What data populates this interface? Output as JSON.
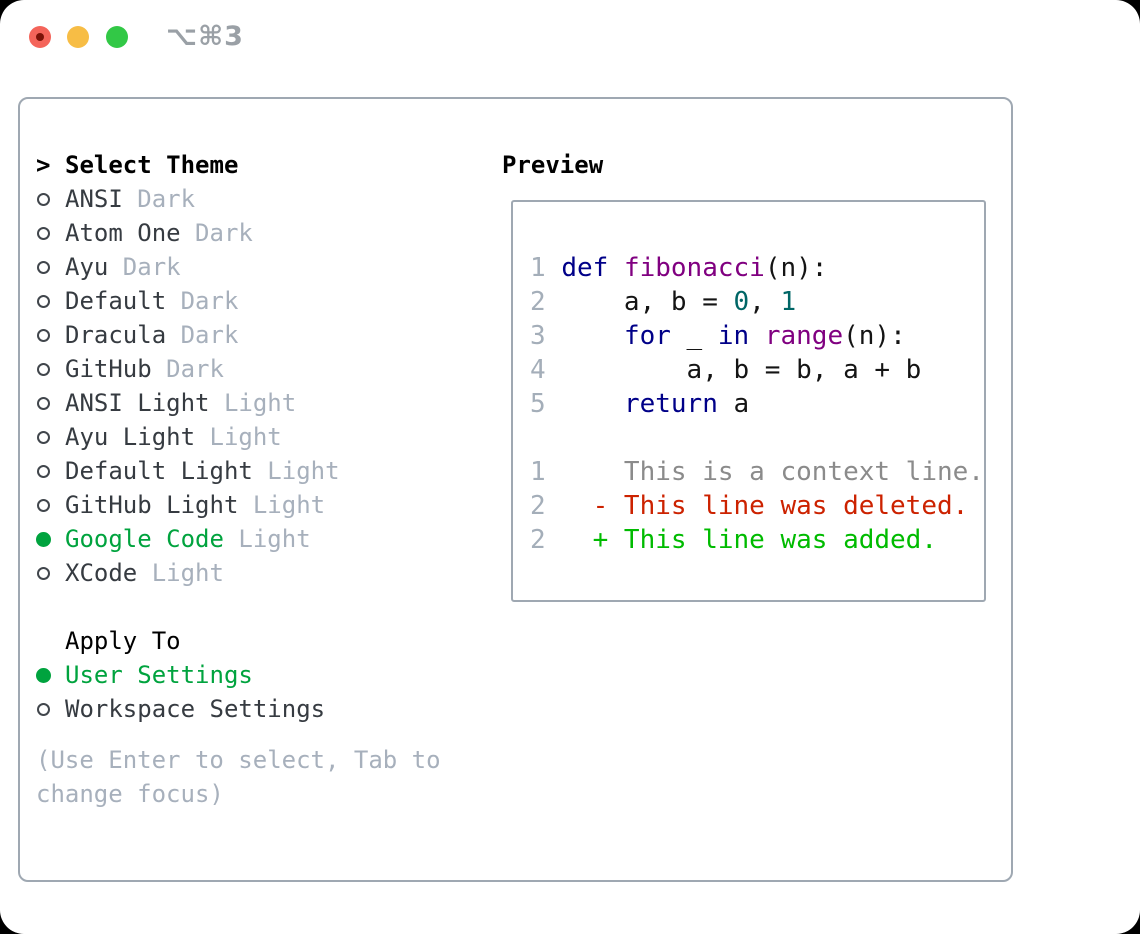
{
  "window": {
    "title": "⌥⌘3"
  },
  "theme_list": {
    "header": "Select Theme",
    "prompt": ">",
    "items": [
      {
        "name": "ANSI",
        "variant": "Dark",
        "selected": false
      },
      {
        "name": "Atom One",
        "variant": "Dark",
        "selected": false
      },
      {
        "name": "Ayu",
        "variant": "Dark",
        "selected": false
      },
      {
        "name": "Default",
        "variant": "Dark",
        "selected": false
      },
      {
        "name": "Dracula",
        "variant": "Dark",
        "selected": false
      },
      {
        "name": "GitHub",
        "variant": "Dark",
        "selected": false
      },
      {
        "name": "ANSI Light",
        "variant": "Light",
        "selected": false
      },
      {
        "name": "Ayu Light",
        "variant": "Light",
        "selected": false
      },
      {
        "name": "Default Light",
        "variant": "Light",
        "selected": false
      },
      {
        "name": "GitHub Light",
        "variant": "Light",
        "selected": false
      },
      {
        "name": "Google Code",
        "variant": "Light",
        "selected": true
      },
      {
        "name": "XCode",
        "variant": "Light",
        "selected": false
      }
    ]
  },
  "apply_to": {
    "header": "Apply To",
    "options": [
      {
        "label": "User Settings",
        "selected": true
      },
      {
        "label": "Workspace Settings",
        "selected": false
      }
    ]
  },
  "hint": "(Use Enter to select, Tab to change focus)",
  "preview": {
    "header": "Preview",
    "code_lines": [
      {
        "num": "1",
        "tokens": [
          {
            "text": "def",
            "style": "keyword"
          },
          {
            "text": " "
          },
          {
            "text": "fibonacci",
            "style": "typename"
          },
          {
            "text": "(n):"
          }
        ]
      },
      {
        "num": "2",
        "tokens": [
          {
            "text": "    a, b = "
          },
          {
            "text": "0",
            "style": "literal"
          },
          {
            "text": ", "
          },
          {
            "text": "1",
            "style": "literal"
          }
        ]
      },
      {
        "num": "3",
        "tokens": [
          {
            "text": "    "
          },
          {
            "text": "for",
            "style": "keyword"
          },
          {
            "text": " _ "
          },
          {
            "text": "in",
            "style": "keyword"
          },
          {
            "text": " "
          },
          {
            "text": "range",
            "style": "typename"
          },
          {
            "text": "(n):"
          }
        ]
      },
      {
        "num": "4",
        "tokens": [
          {
            "text": "        a, b = b, a + b"
          }
        ]
      },
      {
        "num": "5",
        "tokens": [
          {
            "text": "    "
          },
          {
            "text": "return",
            "style": "keyword"
          },
          {
            "text": " a"
          }
        ]
      }
    ],
    "diff_lines": [
      {
        "num": "1",
        "sign": "",
        "text": "This is a context line.",
        "type": "context"
      },
      {
        "num": "2",
        "sign": "-",
        "text": "This line was deleted.",
        "type": "deleted"
      },
      {
        "num": "2",
        "sign": "+",
        "text": "This line was added.",
        "type": "added"
      }
    ]
  },
  "colors": {
    "border": "#9fa8b2",
    "item_text": "#363b41",
    "muted": "#a7b0bc",
    "ring": "#41464c",
    "selected_green": "#00a33e",
    "keyword": "#000088",
    "typename": "#800080",
    "literal": "#006666",
    "plain": "#141414",
    "line_number": "#a4aeb9",
    "context": "#8b8b8b",
    "deleted": "#cc2200",
    "added": "#00bb00",
    "title_gray": "#9aa0a6",
    "tl_red": "#f4645a",
    "tl_red_dot": "#7b1208",
    "tl_yellow": "#f7bd45",
    "tl_green": "#32c846"
  }
}
